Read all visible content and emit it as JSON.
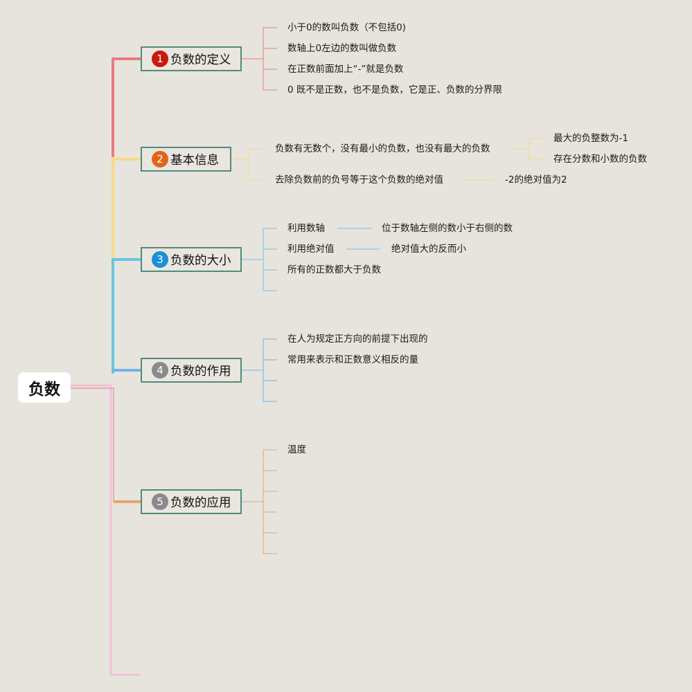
{
  "root": {
    "label": "负数"
  },
  "branches": [
    {
      "label": "负数的定义",
      "badge": "1",
      "badge_color": "#c9190c",
      "line_color": "#ea7b7e",
      "items": [
        "小于0的数叫负数（不包括0)",
        "数轴上0左边的数叫做负数",
        "在正数前面加上“-”就是负数",
        "0 既不是正数，也不是负数，它是正、负数的分界限"
      ]
    },
    {
      "label": "基本信息",
      "badge": "2",
      "badge_color": "#e0651a",
      "line_color": "#f6d98b",
      "items": [
        "负数有无数个，没有最小的负数，也没有最大的负数",
        "去除负数前的负号等于这个负数的绝对值"
      ],
      "sub_items": [
        "最大的负整数为-1",
        "存在分数和小数的负数",
        "-2的绝对值为2"
      ]
    },
    {
      "label": "负数的大小",
      "badge": "3",
      "badge_color": "#1d8fd4",
      "line_color": "#6cc4e2",
      "items": [
        "利用数轴",
        "利用绝对值",
        "所有的正数都大于负数"
      ],
      "sub_items": [
        "位于数轴左侧的数小于右侧的数",
        "绝对值大的反而小"
      ]
    },
    {
      "label": "负数的作用",
      "badge": "4",
      "badge_color": "#8a8a8a",
      "line_color": "#6fb3e6",
      "items": [
        "在人为规定正方向的前提下出现的",
        "常用来表示和正数意义相反的量"
      ]
    },
    {
      "label": "负数的应用",
      "badge": "5",
      "badge_color": "#8a8a8a",
      "line_color": "#eaa36c",
      "items": [
        "温度"
      ]
    }
  ]
}
